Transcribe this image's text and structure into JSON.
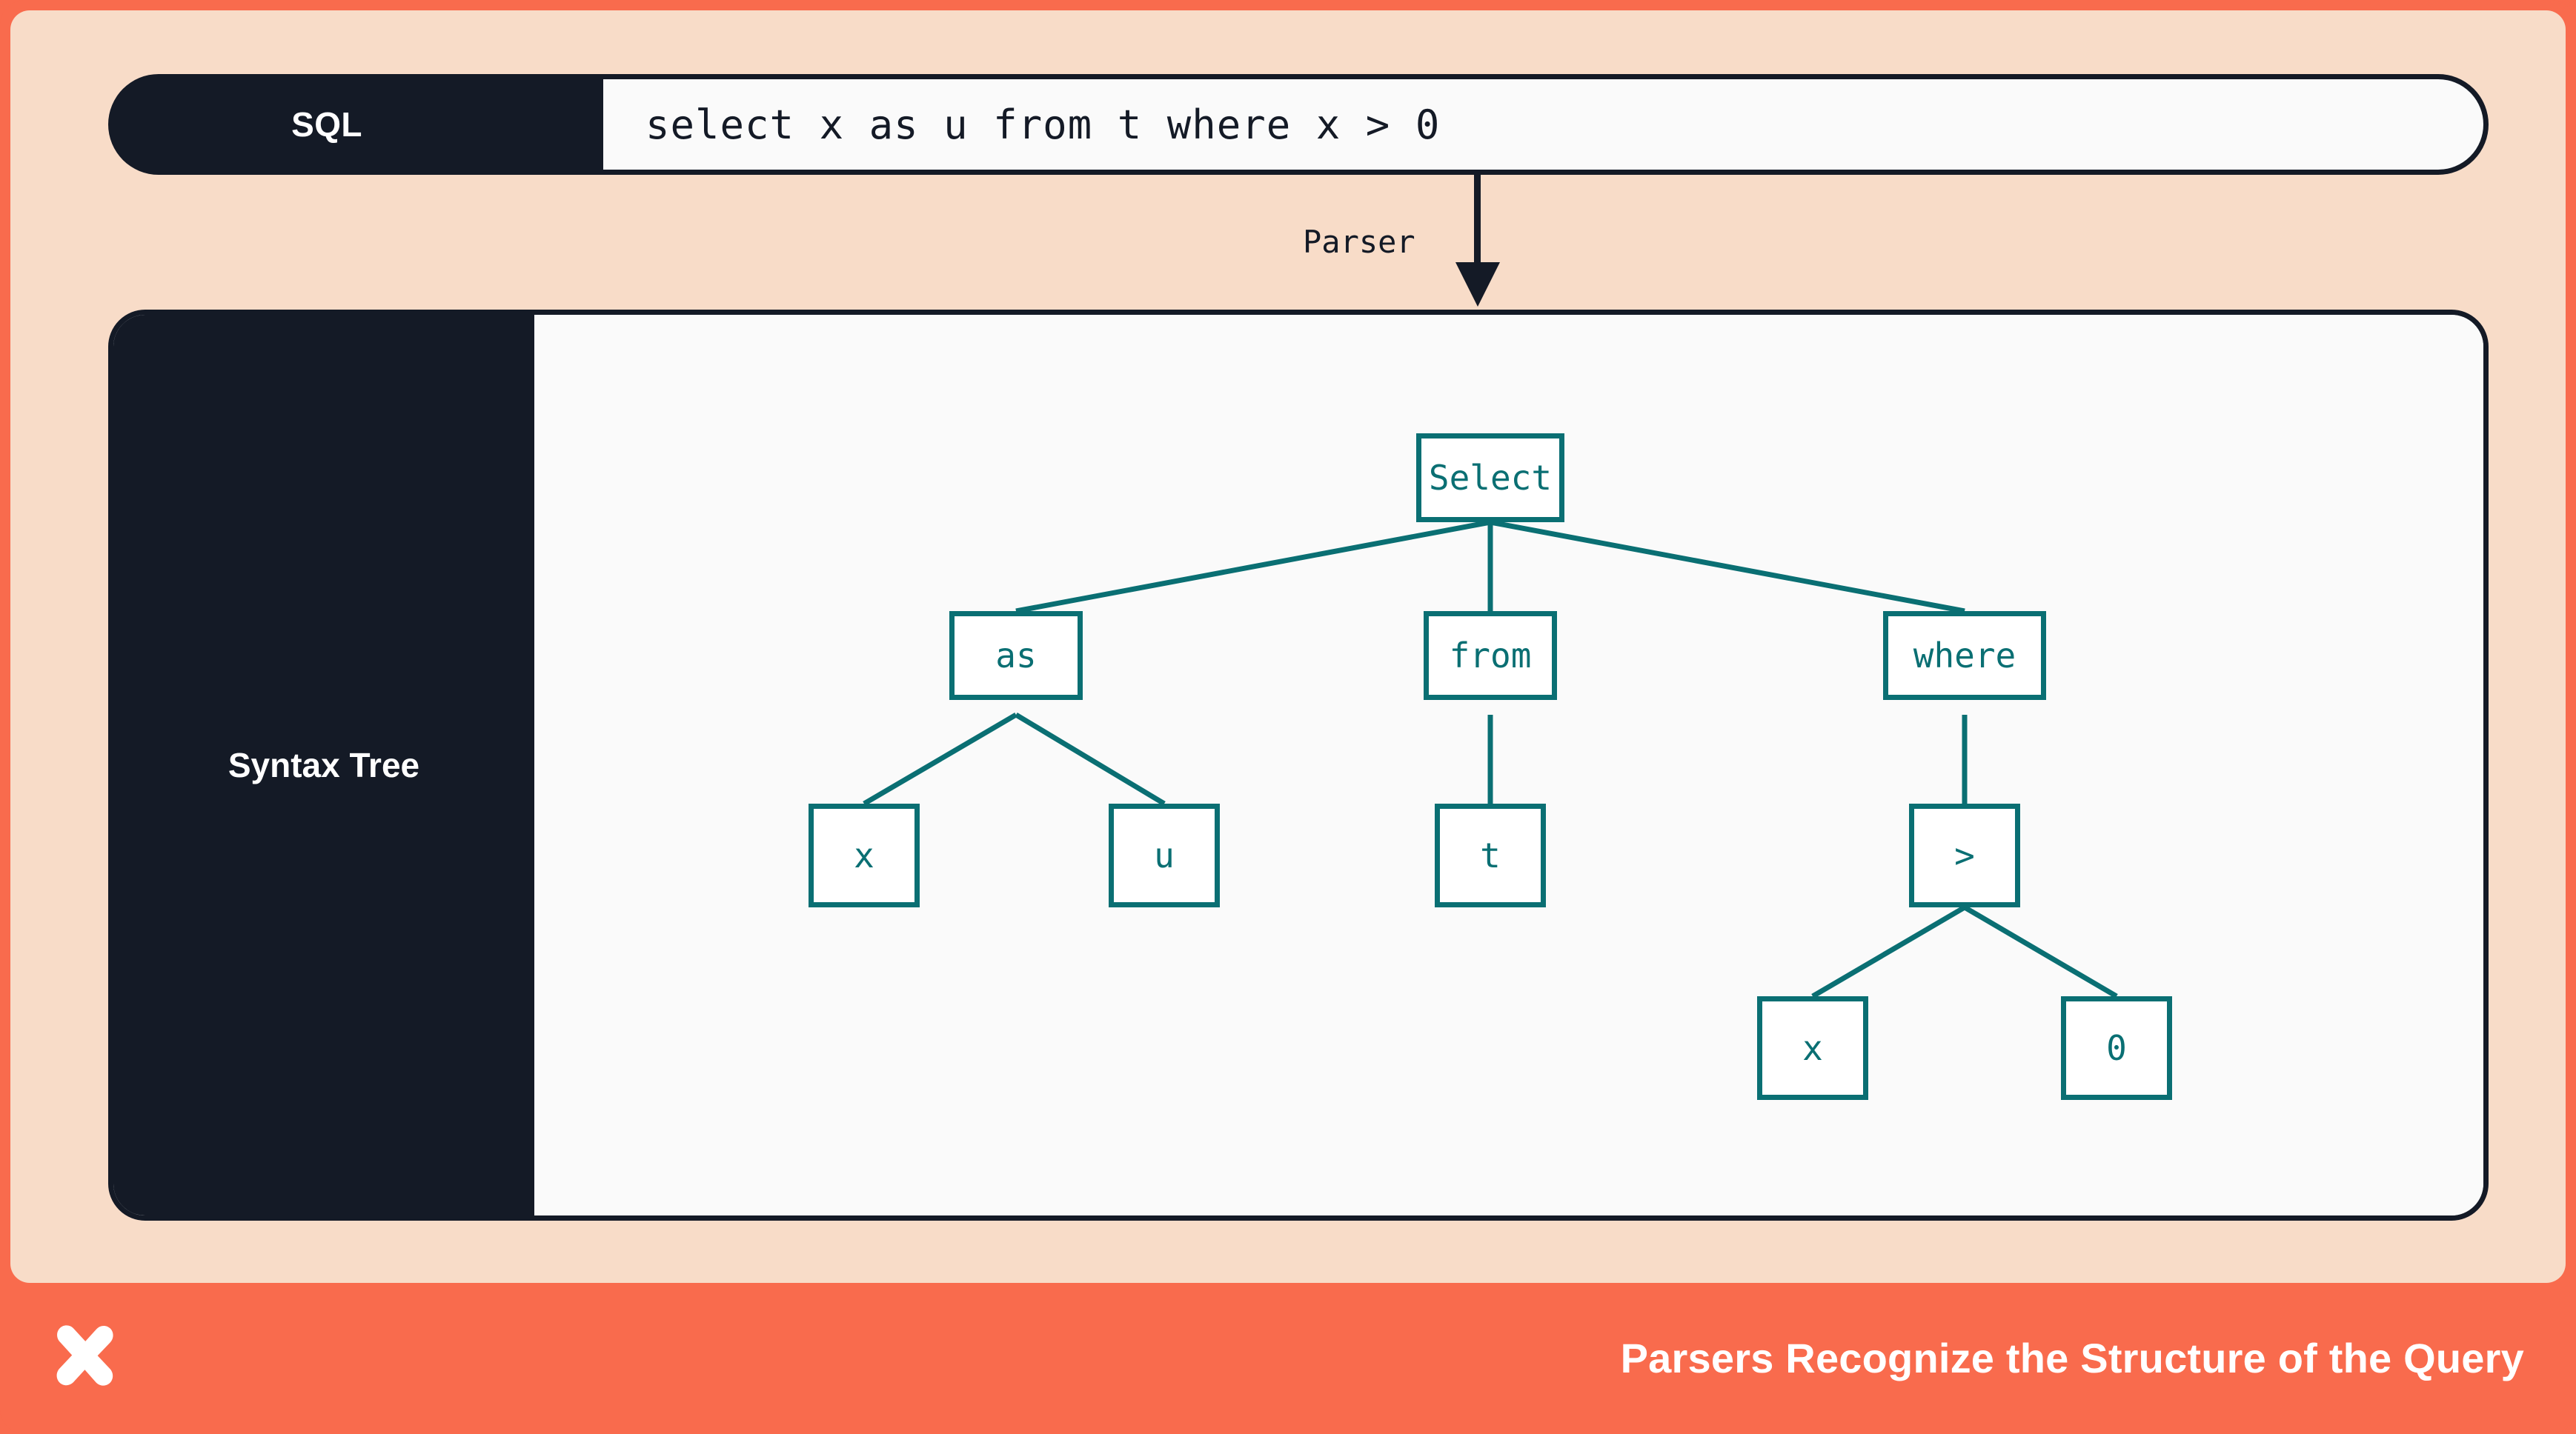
{
  "theme": {
    "accent": "#F96B4D",
    "stage": "#F8DCC8",
    "dark": "#141A26",
    "teal": "#0A6F73",
    "paper": "#FAFAFA"
  },
  "sql_row": {
    "label": "SQL",
    "query": "select x as u from t where x > 0"
  },
  "transform": {
    "label": "Parser",
    "arrow": "arrow-down-icon"
  },
  "tree_card": {
    "label": "Syntax Tree"
  },
  "chart_data": {
    "type": "tree",
    "title": "Syntax Tree",
    "source_query": "select x as u from t where x > 0",
    "root": "Select",
    "nodes": [
      {
        "id": "select",
        "label": "Select",
        "level": 0,
        "parent": null
      },
      {
        "id": "as",
        "label": "as",
        "level": 1,
        "parent": "select"
      },
      {
        "id": "from",
        "label": "from",
        "level": 1,
        "parent": "select"
      },
      {
        "id": "where",
        "label": "where",
        "level": 1,
        "parent": "select"
      },
      {
        "id": "as_x",
        "label": "x",
        "level": 2,
        "parent": "as"
      },
      {
        "id": "as_u",
        "label": "u",
        "level": 2,
        "parent": "as"
      },
      {
        "id": "from_t",
        "label": "t",
        "level": 2,
        "parent": "from"
      },
      {
        "id": "gt",
        "label": ">",
        "level": 2,
        "parent": "where"
      },
      {
        "id": "gt_x",
        "label": "x",
        "level": 3,
        "parent": "gt"
      },
      {
        "id": "gt_0",
        "label": "0",
        "level": 3,
        "parent": "gt"
      }
    ],
    "edges": [
      [
        "select",
        "as"
      ],
      [
        "select",
        "from"
      ],
      [
        "select",
        "where"
      ],
      [
        "as",
        "as_x"
      ],
      [
        "as",
        "as_u"
      ],
      [
        "from",
        "from_t"
      ],
      [
        "where",
        "gt"
      ],
      [
        "gt",
        "gt_x"
      ],
      [
        "gt",
        "gt_0"
      ]
    ]
  },
  "footer": {
    "logo": "brand-x-logo",
    "caption": "Parsers Recognize the Structure of the Query"
  }
}
